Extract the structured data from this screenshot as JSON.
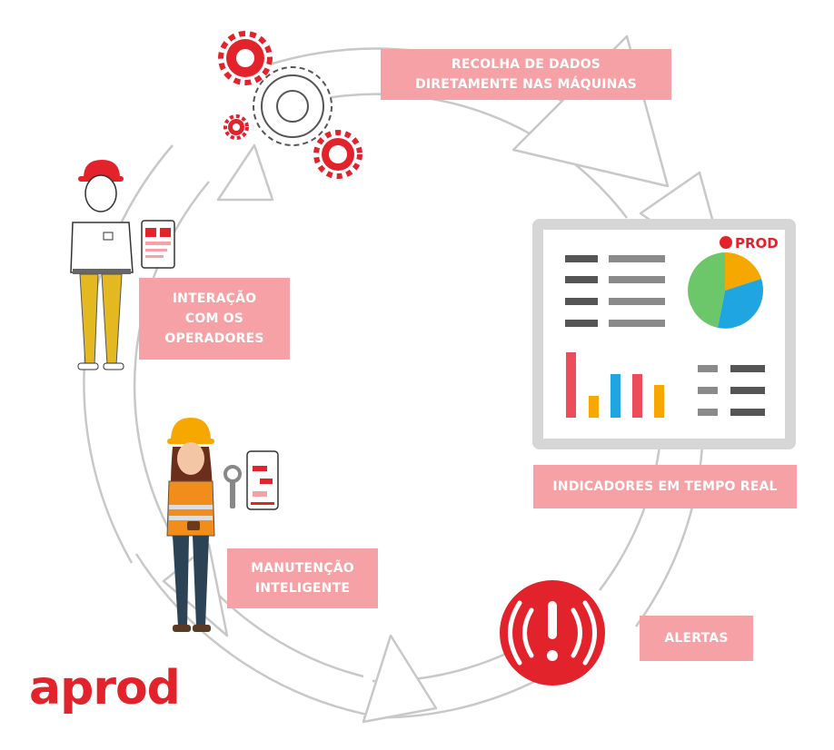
{
  "labels": {
    "data_collection": [
      "RECOLHA DE DADOS",
      "DIRETAMENTE NAS MÁQUINAS"
    ],
    "real_time": [
      "INDICADORES EM TEMPO REAL"
    ],
    "alerts": [
      "ALERTAS"
    ],
    "maintenance": [
      "MANUTENÇÃO",
      "INTELIGENTE"
    ],
    "operators": [
      "INTERAÇÃO",
      "COM OS",
      "OPERADORES"
    ]
  },
  "dashboard_logo": "PROD",
  "brand_logo": "aprod",
  "colors": {
    "accent": "#e3232c",
    "label_bg": "#f6a1a5",
    "cycle_stroke": "#c8c8c8",
    "pie_orange": "#f7a800",
    "pie_blue": "#1fa6e0",
    "pie_green": "#6cc66a"
  },
  "icons": [
    "gear-icon",
    "alert-icon",
    "pie-chart-icon",
    "bar-chart-icon",
    "wrench-icon",
    "tablet-icon",
    "phone-icon"
  ]
}
